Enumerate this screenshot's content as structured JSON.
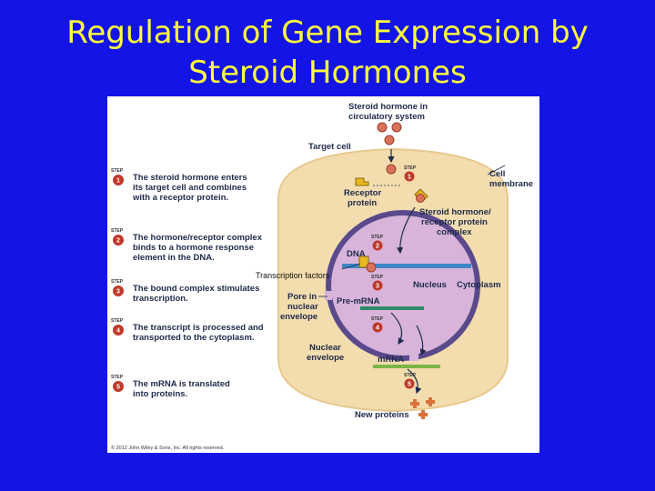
{
  "title_line1": "Regulation of Gene Expression by",
  "title_line2": "Steroid Hormones",
  "colors": {
    "background": "#1414e6",
    "title": "#ffff3c",
    "cytoplasm": "#f3dcae",
    "nucleus": "#d8b4da",
    "envelope": "#5a4a8c",
    "step_badge": "#c0392b",
    "dna": "#3d86c6",
    "pre_mrna": "#2f8a6a",
    "mrna": "#7ab648",
    "hormone": "#d9725a",
    "protein": "#d9723a"
  },
  "step_word": "STEP",
  "steps": [
    {
      "num": "1",
      "lines": [
        "The steroid hormone enters",
        "its target cell and combines",
        "with a receptor protein."
      ]
    },
    {
      "num": "2",
      "lines": [
        "The hormone/receptor complex",
        "binds to a hormone response",
        "element in the DNA."
      ]
    },
    {
      "num": "3",
      "lines": [
        "The bound complex stimulates",
        "transcription."
      ]
    },
    {
      "num": "4",
      "lines": [
        "The transcript is processed and",
        "transported to the cytoplasm."
      ]
    },
    {
      "num": "5",
      "lines": [
        "The mRNA is translated",
        "into proteins."
      ]
    }
  ],
  "labels": {
    "steroid_hormone": [
      "Steroid hormone in",
      "circulatory system"
    ],
    "target_cell": "Target cell",
    "cell_membrane": [
      "Cell",
      "membrane"
    ],
    "receptor_protein": [
      "Receptor",
      "protein"
    ],
    "complex": [
      "Steroid hormone/",
      "receptor protein",
      "complex"
    ],
    "dna": "DNA",
    "transcription_factors": "Transcription factors",
    "nucleus": "Nucleus",
    "cytoplasm": "Cytoplasm",
    "pore": [
      "Pore in",
      "nuclear",
      "envelope"
    ],
    "pre_mrna": "Pre-mRNA",
    "nuclear_envelope": [
      "Nuclear",
      "envelope"
    ],
    "mrna": "mRNA",
    "new_proteins": "New proteins"
  },
  "copyright": "© 2012 John Wiley & Sons, Inc. All rights reserved."
}
